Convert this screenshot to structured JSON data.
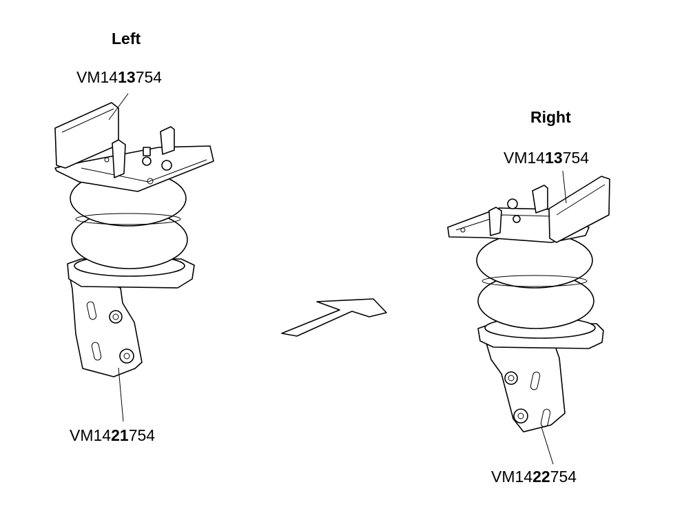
{
  "left": {
    "title": "Left",
    "top_part": {
      "prefix": "VM14",
      "bold": "13",
      "suffix": "754"
    },
    "bottom_part": {
      "prefix": "VM14",
      "bold": "21",
      "suffix": "754"
    }
  },
  "right": {
    "title": "Right",
    "top_part": {
      "prefix": "VM14",
      "bold": "13",
      "suffix": "754"
    },
    "bottom_part": {
      "prefix": "VM14",
      "bold": "22",
      "suffix": "754"
    }
  },
  "icons": [
    "direction-arrow-icon"
  ]
}
